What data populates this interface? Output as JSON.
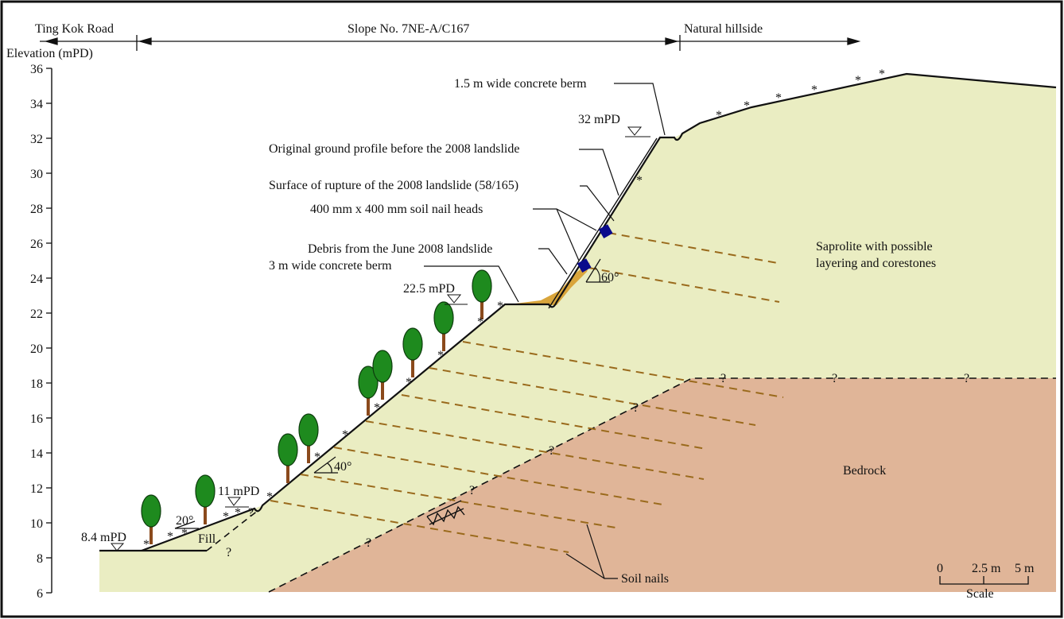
{
  "header": {
    "left_zone": "Ting Kok Road",
    "middle_zone": "Slope No. 7NE-A/C167",
    "right_zone": "Natural hillside"
  },
  "axis": {
    "label": "Elevation (mPD)",
    "ticks": [
      "36",
      "34",
      "32",
      "30",
      "28",
      "26",
      "24",
      "22",
      "20",
      "18",
      "16",
      "14",
      "12",
      "10",
      "8",
      "6"
    ]
  },
  "annotations": {
    "berm_top": "1.5 m wide concrete berm",
    "level_32": "32 mPD",
    "original_profile": "Original ground profile before the 2008 landslide",
    "rupture_surface": "Surface of rupture of the 2008 landslide (58/165)",
    "nail_heads": "400 mm x 400 mm soil nail heads",
    "debris": "Debris from the June 2008 landslide",
    "berm_mid": "3 m wide concrete berm",
    "level_22_5": "22.5 mPD",
    "angle_60": "60°",
    "angle_40": "40°",
    "angle_20": "20°",
    "level_11": "11 mPD",
    "level_8_4": "8.4 mPD",
    "fill": "Fill",
    "saprolite_1": "Saprolite with possible",
    "saprolite_2": "layering and corestones",
    "bedrock": "Bedrock",
    "soil_nails": "Soil nails",
    "uncertain": "?"
  },
  "scale": {
    "zero": "0",
    "mid": "2.5 m",
    "end": "5 m",
    "label": "Scale"
  },
  "colors": {
    "soil": "#eaedc2",
    "bedrock": "#e0b598",
    "debris": "#d9a53b",
    "nail": "#9a6a1c",
    "nail_head": "#0a0a8c",
    "tree": "#1e8a1e",
    "trunk": "#8b4a1c",
    "grass": "#33b033"
  }
}
